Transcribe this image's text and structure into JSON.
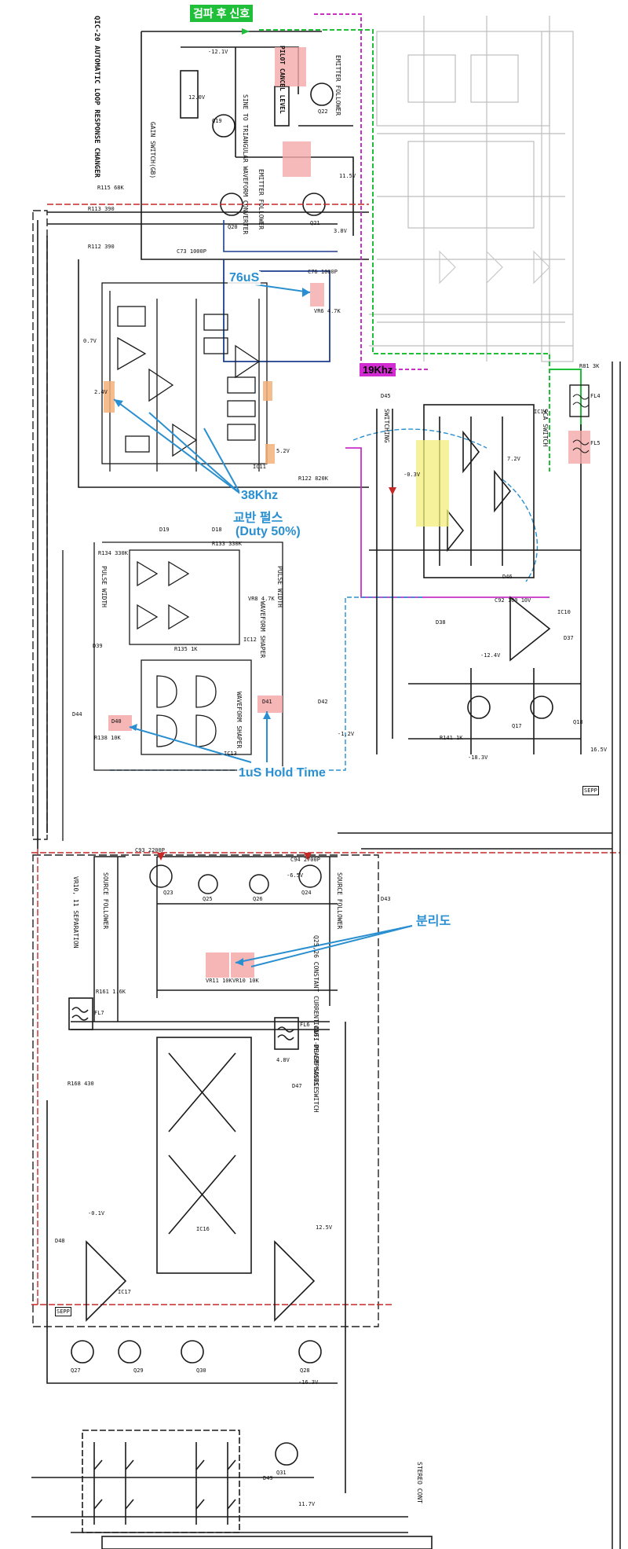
{
  "annotations": {
    "detect_after_signal": "검파 후 신호",
    "freq_19k": "19Khz",
    "pulse_76us": "76uS",
    "freq_38k": "38Khz",
    "alt_pulse": "교반 펄스",
    "duty": "(Duty 50%)",
    "hold_time": "1uS Hold Time",
    "separation": "분리도"
  },
  "labels": {
    "title_block": "QIC-20 AUTOMATIC LOOP RESPONSE CHANGER",
    "gain_switch": "GAIN SWITCH(GB)",
    "pilot_cancel": "PILOT CANCEL LEVEL",
    "emitter_follower": "EMITTER FOLLOWER",
    "emitter_follower2": "EMITTER FOLLOWER",
    "sine_triangle": "SINE TO TRIANGULAR WAVEFORM CONVERTER",
    "sca_switch": "SCA SWITCH",
    "switching": "SWITCHING",
    "pulse_width": "PULSE WIDTH",
    "pulse_width2": "PULSE WIDTH",
    "waveform_shaper": "WAVEFORM SHAPER",
    "waveform_shaper2": "WAVEFORM SHAPER",
    "source_follower": "SOURCE FOLLOWER",
    "source_follower2": "SOURCE FOLLOWER",
    "separation_vr": "VR10, 11 SEPARATION",
    "constant_current": "Q25,26 CONSTANT CURRENT ANTI-PHASE SOURCE",
    "deemphasis": "IC16: DE-EMPHASIS SWITCH",
    "sepp": "SEPP",
    "sepp2": "SEPP",
    "stereo_cont": "STEREO CONT"
  },
  "parts": {
    "ic11": "IC11",
    "ic12": "IC12",
    "ic13": "IC13",
    "ic14": "IC14",
    "ic10": "IC10",
    "ic16": "IC16",
    "ic17": "IC17",
    "q17": "Q17",
    "q18": "Q18",
    "q19": "Q19",
    "q20": "Q20",
    "q21": "Q21",
    "q22": "Q22",
    "q23": "Q23",
    "q24": "Q24",
    "q25": "Q25",
    "q26": "Q26",
    "q27": "Q27",
    "q28": "Q28",
    "q29": "Q29",
    "q30": "Q30",
    "q31": "Q31",
    "d19": "D19",
    "d18": "D18",
    "d39": "D39",
    "d40": "D40",
    "d41": "D41",
    "d42": "D42",
    "d43": "D43",
    "d44": "D44",
    "d45": "D45",
    "d46": "D46",
    "d47": "D47",
    "d48": "D48",
    "d49": "D49",
    "d37": "D37",
    "d38": "D38",
    "fl4": "FL4",
    "fl5": "FL5",
    "fl6": "FL6",
    "fl7": "FL7",
    "vr10": "VR10 10K",
    "vr11": "VR11 10K",
    "vr6": "VR6 4.7K",
    "vr8": "VR8 4.7K",
    "r81": "R81 3K",
    "r122": "R122 820K",
    "r133": "R133 330K",
    "r134": "R134 330K",
    "r135": "R135 1K",
    "r138": "R138 10K",
    "r141": "R141 1K",
    "r161": "R161 1.6K",
    "r168": "R168 430",
    "r112": "R112 390",
    "r113": "R113 390",
    "r115": "R115 68K",
    "c93": "C93 2200P",
    "c94": "C94 2700P",
    "c73": "C73 1000P",
    "c76": "C76 1000P",
    "c92": "C92 100 10V"
  },
  "voltages": {
    "v1": "-12.1V",
    "v2": "11.5V",
    "v3": "12.0V",
    "v4": "3.8V",
    "v5": "0.7V",
    "v6": "2.4V",
    "v7": "5.2V",
    "v8": "-0.3V",
    "v9": "7.2V",
    "v10": "-12.4V",
    "v11": "-18.3V",
    "v12": "16.5V",
    "v13": "-0.1V",
    "v14": "12.5V",
    "v15": "-16.3V",
    "v16": "-1.2V",
    "v17": "11.7V",
    "v18": "-6.5V",
    "v19": "4.8V"
  },
  "colors": {
    "wire": "#1a1a1a",
    "faded": "#b9b9b9",
    "green": "#1fbf3a",
    "magenta": "#c830c8",
    "red": "#c62828",
    "blue": "#2a8fd0",
    "navy": "#1d3f8f",
    "pink_highlight": "#f4a9a9",
    "orange_highlight": "#f3b27a",
    "yellow_highlight": "#f2ee7a"
  }
}
